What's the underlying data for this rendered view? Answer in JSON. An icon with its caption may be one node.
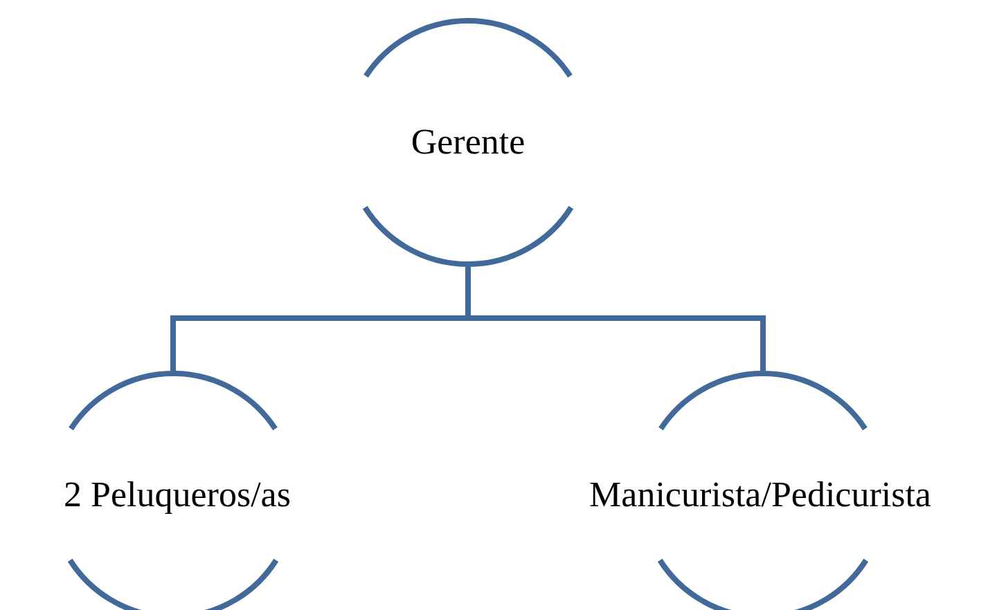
{
  "diagram": {
    "nodes": [
      {
        "text": [
          "Gerente"
        ]
      },
      {
        "text": [
          "2 Peluqueros/as"
        ]
      },
      {
        "text": [
          "Manicurista/Pedicurista"
        ]
      }
    ],
    "edges": [
      {
        "from": 0,
        "to": 1,
        "arrow": "none"
      },
      {
        "from": 0,
        "to": 2,
        "arrow": "none"
      }
    ]
  }
}
